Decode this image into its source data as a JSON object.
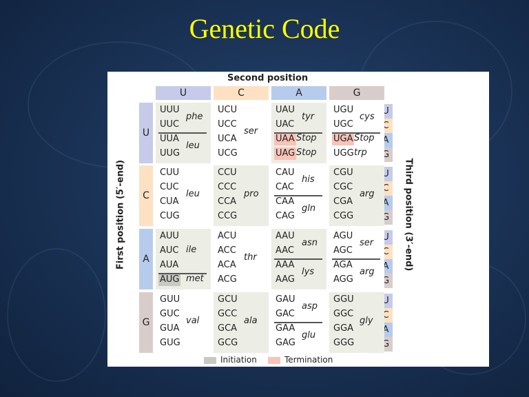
{
  "slide": {
    "title": "Genetic Code"
  },
  "headers": {
    "second": "Second position",
    "first": "First position (5′-end)",
    "third": "Third position (3′-end)"
  },
  "bases": [
    "U",
    "C",
    "A",
    "G"
  ],
  "colors": {
    "U": "#c7cbe9",
    "C": "#fde1c2",
    "A": "#b7ccec",
    "G": "#d9cdcc",
    "cell_light": "#ffffff",
    "cell_dark": "#ecede5",
    "initiation": "#c9c9c3",
    "termination": "#f8c3b8",
    "title": "#ffff00"
  },
  "codons": [
    [
      "UUU",
      "UUC",
      "UUA",
      "UUG",
      "UCU",
      "UCC",
      "UCA",
      "UCG",
      "UAU",
      "UAC",
      "UAA",
      "UAG",
      "UGU",
      "UGC",
      "UGA",
      "UGG"
    ],
    [
      "CUU",
      "CUC",
      "CUA",
      "CUG",
      "CCU",
      "CCC",
      "CCA",
      "CCG",
      "CAU",
      "CAC",
      "CAA",
      "CAG",
      "CGU",
      "CGC",
      "CGA",
      "CGG"
    ],
    [
      "AUU",
      "AUC",
      "AUA",
      "AUG",
      "ACU",
      "ACC",
      "ACA",
      "ACG",
      "AAU",
      "AAC",
      "AAA",
      "AAG",
      "AGU",
      "AGC",
      "AGA",
      "AGG"
    ],
    [
      "GUU",
      "GUC",
      "GUA",
      "GUG",
      "GCU",
      "GCC",
      "GCA",
      "GCG",
      "GAU",
      "GAC",
      "GAA",
      "GAG",
      "GGU",
      "GGC",
      "GGA",
      "GGG"
    ]
  ],
  "amino": {
    "phe": "phe",
    "leu": "leu",
    "ser": "ser",
    "tyr": "tyr",
    "stop": "Stop",
    "cys": "cys",
    "trp": "trp",
    "pro": "pro",
    "his": "his",
    "gln": "gln",
    "arg": "arg",
    "ile": "ile",
    "met": "met",
    "thr": "thr",
    "asn": "asn",
    "lys": "lys",
    "val": "val",
    "ala": "ala",
    "asp": "asp",
    "glu": "glu",
    "gly": "gly"
  },
  "highlights": {
    "initiation": [
      "AUG"
    ],
    "termination": [
      "UAA",
      "UAG",
      "UGA"
    ]
  },
  "legend": {
    "initiation": "Initiation",
    "termination": "Termination"
  }
}
